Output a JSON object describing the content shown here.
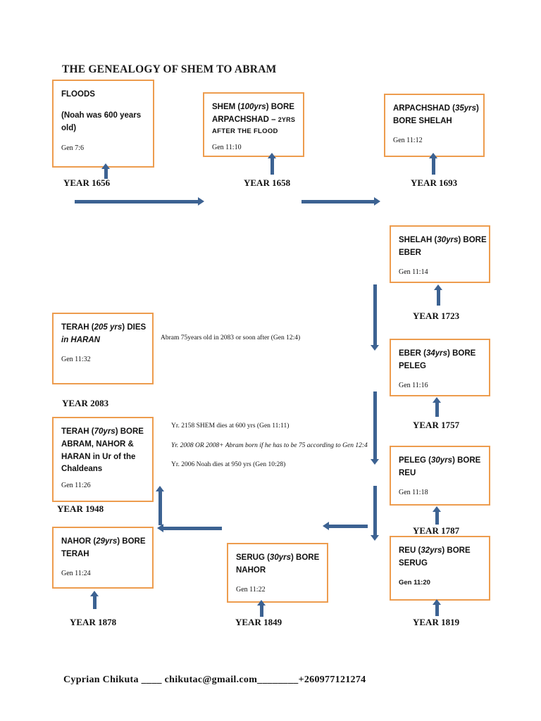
{
  "document": {
    "title": "THE GENEALOGY OF SHEM TO ABRAM"
  },
  "colors": {
    "box_border": "#ED9C4E",
    "connector": "#3C6292",
    "text": "#111111",
    "background": "#FFFFFF"
  },
  "boxes": [
    {
      "id": "floods",
      "line1": "FLOODS",
      "line2": "(Noah was 600 years old)",
      "reference": "Gen 7:6"
    },
    {
      "id": "shem-bore-arpachshad",
      "line1_pre": "SHEM (",
      "line1_em": "100yrs",
      "line1_post": ") BORE",
      "line2_pre": "ARPACHSHAD – ",
      "line2_small": "2YRS",
      "line3": "AFTER THE FLOOD",
      "reference": "Gen 11:10"
    },
    {
      "id": "arpachshad-bore-shelah",
      "line1_pre": "ARPACHSHAD (",
      "line1_em": "35yrs",
      "line1_post": ")",
      "line2": "BORE SHELAH",
      "reference": "Gen 11:12"
    },
    {
      "id": "shelah-bore-eber",
      "line1_pre": "SHELAH (",
      "line1_em": "30yrs",
      "line1_post": ") BORE",
      "line2": "EBER",
      "reference": "Gen 11:14"
    },
    {
      "id": "eber-bore-peleg",
      "line1_pre": "EBER (",
      "line1_em": "34yrs",
      "line1_post": ") BORE",
      "line2": "PELEG",
      "reference": "Gen 11:16"
    },
    {
      "id": "peleg-bore-reu",
      "line1_pre": "PELEG (",
      "line1_em": "30yrs",
      "line1_post": ") BORE",
      "line2": "REU",
      "reference": "Gen 11:18"
    },
    {
      "id": "reu-bore-serug",
      "line1_pre": "REU (",
      "line1_em": "32yrs",
      "line1_post": ") BORE",
      "line2": "SERUG",
      "reference": "Gen 11:20"
    },
    {
      "id": "serug-bore-nahor",
      "line1_pre": "SERUG (",
      "line1_em": "30yrs",
      "line1_post": ") BORE",
      "line2": "NAHOR",
      "reference": "Gen 11:22"
    },
    {
      "id": "nahor-bore-terah",
      "line1_pre": "NAHOR (",
      "line1_em": "29yrs",
      "line1_post": ") BORE",
      "line2": "TERAH",
      "reference": "Gen 11:24"
    },
    {
      "id": "terah-bore-abram",
      "line1_pre": "TERAH (",
      "line1_em": "70yrs",
      "line1_post": ") BORE",
      "line2": "ABRAM, NAHOR &",
      "line3": "HARAN in Ur of the",
      "line4": "Chaldeans",
      "reference": "Gen 11:26"
    },
    {
      "id": "terah-dies",
      "line1_pre": "TERAH (",
      "line1_em": "205 yrs",
      "line1_post": ") DIES",
      "line2": "in HARAN",
      "reference": "Gen 11:32"
    }
  ],
  "years": [
    {
      "id": "year-1656",
      "label": "YEAR 1656"
    },
    {
      "id": "year-1658",
      "label": "YEAR 1658"
    },
    {
      "id": "year-1693",
      "label": "YEAR 1693"
    },
    {
      "id": "year-1723",
      "label": "YEAR 1723"
    },
    {
      "id": "year-1757",
      "label": "YEAR 1757"
    },
    {
      "id": "year-1787",
      "label": "YEAR 1787"
    },
    {
      "id": "year-1819",
      "label": "YEAR 1819"
    },
    {
      "id": "year-1849",
      "label": "YEAR 1849"
    },
    {
      "id": "year-1878",
      "label": "YEAR 1878"
    },
    {
      "id": "year-1948",
      "label": "YEAR 1948"
    },
    {
      "id": "year-2083",
      "label": "YEAR 2083"
    }
  ],
  "notes": [
    {
      "id": "note-abram-75",
      "text": "Abram 75years old in 2083 or soon after (Gen 12:4)",
      "italic": false
    },
    {
      "id": "note-shem-dies",
      "text": "Yr. 2158 SHEM dies at 600 yrs (Gen 11:11)",
      "italic": false
    },
    {
      "id": "note-abram-born",
      "text": "Yr. 2008 OR 2008+ Abram born if he has to be 75 according to Gen 12:4",
      "italic": true
    },
    {
      "id": "note-noah-dies",
      "text": "Yr. 2006 Noah dies at 950 yrs (Gen 10:28)",
      "italic": false
    }
  ],
  "footer": {
    "text": "Cyprian Chikuta  ____ chikutac@gmail.com________+260977121274"
  }
}
